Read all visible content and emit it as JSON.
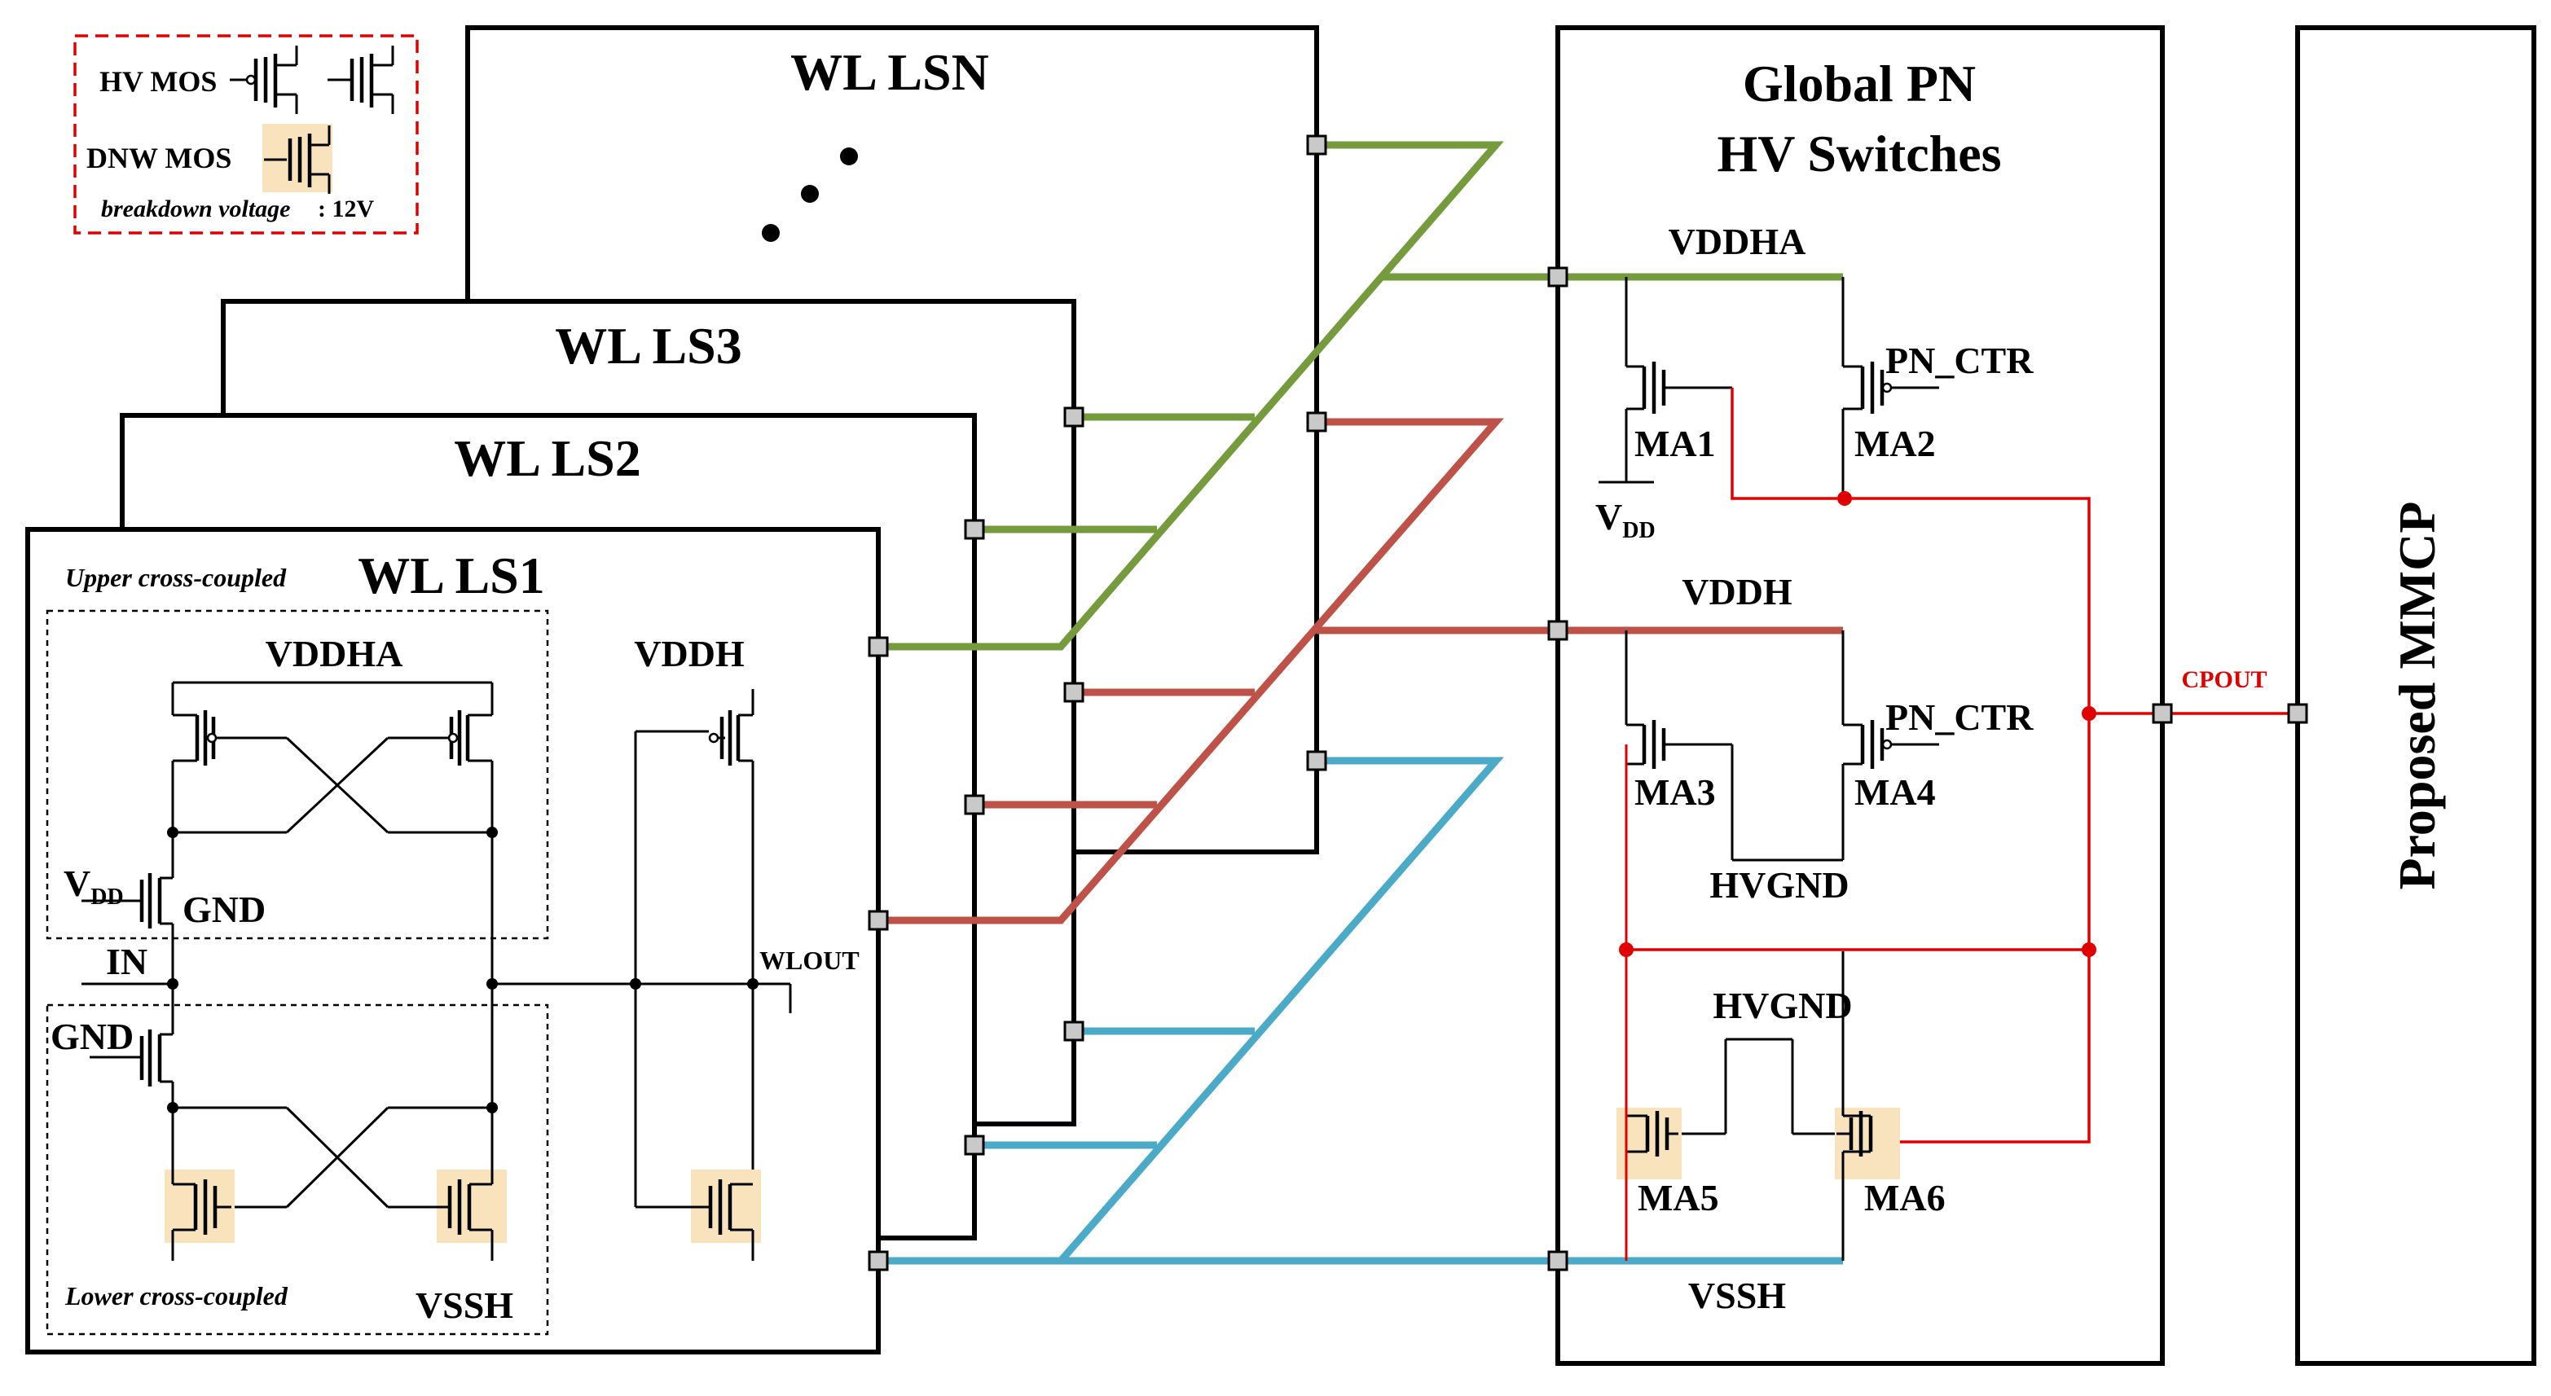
{
  "legend": {
    "hv_mos": "HV MOS",
    "dnw_mos": "DNW MOS",
    "breakdown_label": "breakdown voltage",
    "breakdown_value": ": 12V",
    "colors": {
      "border": "#e00000",
      "highlight": "#f8e3bc"
    }
  },
  "blocks": {
    "lsn": "WL LSN",
    "ls3": "WL LS3",
    "ls2": "WL LS2",
    "ls1": "WL LS1"
  },
  "ls1_circuit": {
    "upper_group": "Upper cross-coupled",
    "lower_group": "Lower cross-coupled",
    "vddha": "VDDHA",
    "vddh": "VDDH",
    "vdd_main": "V",
    "vdd_sub": "DD",
    "gnd_top": "GND",
    "in": "IN",
    "gnd_bottom": "GND",
    "wlout": "WLOUT",
    "vssh": "VSSH"
  },
  "global_pn": {
    "title_line1": "Global PN",
    "title_line2": "HV Switches",
    "vddha": "VDDHA",
    "vddh": "VDDH",
    "pn_ctr_1": "PN_CTR",
    "pn_ctr_2": "PN_CTR",
    "ma1": "MA1",
    "ma2": "MA2",
    "ma3": "MA3",
    "ma4": "MA4",
    "ma5": "MA5",
    "ma6": "MA6",
    "vdd_main": "V",
    "vdd_sub": "DD",
    "hvgnd_1": "HVGND",
    "hvgnd_2": "HVGND",
    "vssh": "VSSH"
  },
  "cpout": "CPOUT",
  "mmcp_title": "Proposed MMCP",
  "bus_colors": {
    "vddha": "#759b3c",
    "vddh": "#be5148",
    "vssh": "#4aaac7",
    "control": "#e00000"
  }
}
